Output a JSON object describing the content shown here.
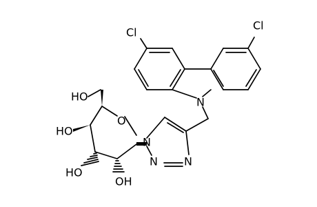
{
  "molecule": {
    "atoms": {
      "cl_left": "Cl",
      "cl_right": "Cl",
      "n_carbazole": "N",
      "n_triazole_1": "N",
      "n_triazole_2": "N",
      "n_triazole_3": "N",
      "o_ring": "O",
      "ho_ch2": "HO",
      "ho_c4": "HO",
      "ho_c3": "HO",
      "oh_c2": "OH"
    },
    "colors": {
      "line": "#000000",
      "background": "#ffffff"
    }
  }
}
